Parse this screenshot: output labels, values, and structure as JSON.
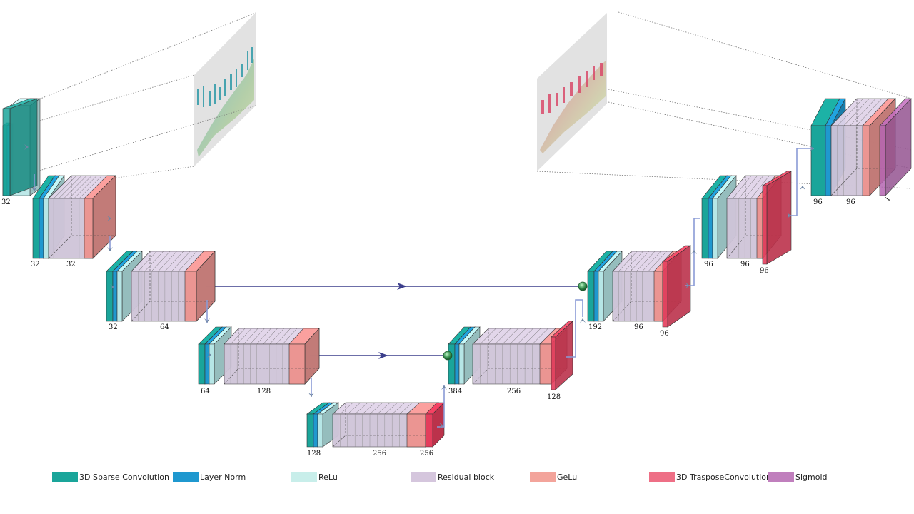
{
  "layers": {
    "enc1": {
      "ch": "32"
    },
    "enc2": {
      "ch_a": "32",
      "ch_b": "32"
    },
    "enc3": {
      "ch_a": "32",
      "ch_b": "64"
    },
    "enc4": {
      "ch_a": "64",
      "ch_b": "128"
    },
    "bottleneck": {
      "ch_a": "128",
      "ch_b": "256",
      "ch_c": "256"
    },
    "dec1": {
      "ch_a": "384",
      "ch_b": "256",
      "ch_c": "128"
    },
    "dec2": {
      "ch_a": "192",
      "ch_b": "96",
      "ch_c": "96"
    },
    "dec3": {
      "ch_a": "96",
      "ch_b": "96",
      "ch_c": "96"
    },
    "out": {
      "ch_a": "96",
      "ch_b": "96",
      "ch_c": "1"
    }
  },
  "legend": [
    {
      "label": "3D Sparse Convolution",
      "color": "#1aa59a"
    },
    {
      "label": "Layer Norm",
      "color": "#1f98cf"
    },
    {
      "label": "ReLu",
      "color": "#c8eeea"
    },
    {
      "label": "Residual block",
      "color": "#d5c6dd"
    },
    {
      "label": "GeLu",
      "color": "#f3a49b"
    },
    {
      "label": "3D TrasposeConvolution",
      "color": "#ee6f86"
    },
    {
      "label": "Sigmoid",
      "color": "#c07fbd"
    }
  ],
  "colors": {
    "conv": "#1aa59a",
    "norm": "#1f98cf",
    "relu": "#b6e6e6",
    "residual": "#cfc4d8",
    "gelu": "#f08c85",
    "transpose": "#e43d5c",
    "sigmoid": "#b565b1",
    "skip": "#3c3f8c",
    "flow": "#8a9bd6"
  }
}
